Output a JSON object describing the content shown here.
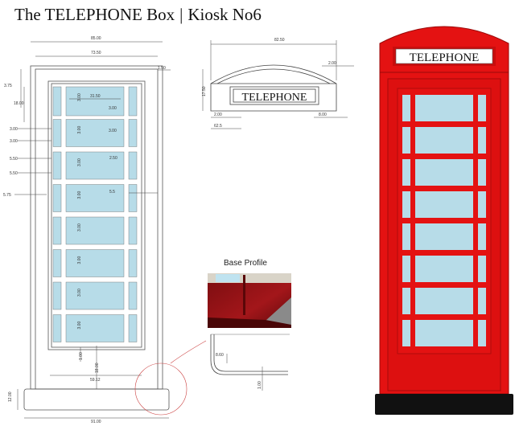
{
  "title": {
    "main": "The TELEPHONE Box",
    "separator": "|",
    "sub": "Kiosk No6"
  },
  "front_drawing": {
    "dims": {
      "overall_width": "85.00",
      "inner_width": "73.50",
      "right_offset": "1.50",
      "top_left": "3.75",
      "pane_height": "18.00",
      "pane_width": "31.50",
      "mullion": "3.00",
      "mullion_vertical": "3.00",
      "side_a": "3.00",
      "side_b": "3.00",
      "mid_label": "2.50",
      "left_a": "5.50",
      "left_b": "5.50",
      "frame_left": "5.75",
      "center_small": "5.5",
      "sill": "1.00",
      "door_height": "18.00",
      "base_inner": "59.12",
      "base_height": "12.00",
      "base_width": "91.00"
    }
  },
  "roof_drawing": {
    "sign_text": "TELEPHONE",
    "dims": {
      "roof_width": "82.50",
      "roof_right": "2.00",
      "roof_height": "17.50",
      "left_offset": "2.00",
      "right_offset": "8.00",
      "sign_offset": "62.5"
    }
  },
  "base_profile": {
    "label": "Base Profile",
    "dims": {
      "radius": "8.60",
      "foot": "1.00"
    }
  },
  "kiosk": {
    "sign_text": "TELEPHONE",
    "colors": {
      "body": "#e41212",
      "frame": "#c80d0d",
      "glass": "#b7dce8",
      "plinth": "#111111",
      "sign_bg": "#ffffff"
    }
  }
}
